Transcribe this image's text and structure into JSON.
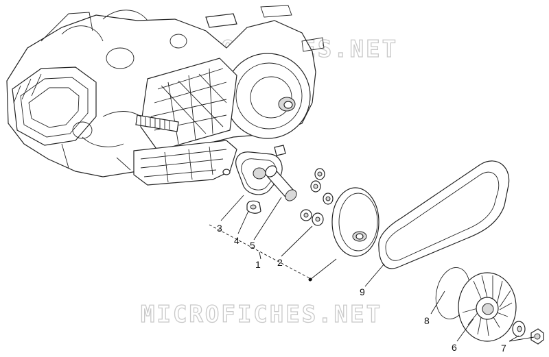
{
  "watermark": {
    "text": "MICROFICHES.NET"
  },
  "callouts": [
    {
      "label": "1"
    },
    {
      "label": "2"
    },
    {
      "label": "3"
    },
    {
      "label": "4"
    },
    {
      "label": "5"
    },
    {
      "label": "6"
    },
    {
      "label": "7"
    },
    {
      "label": "8"
    },
    {
      "label": "9"
    }
  ]
}
